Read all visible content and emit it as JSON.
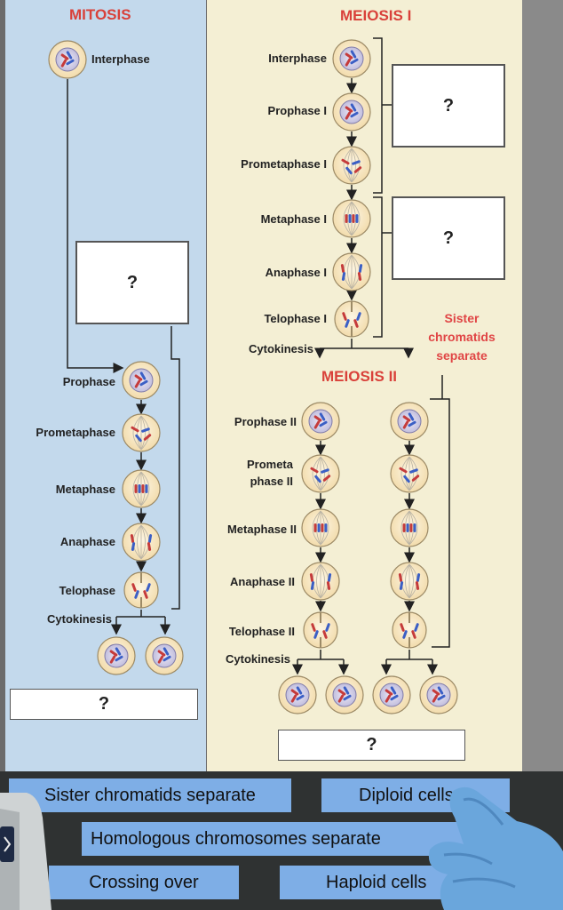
{
  "mitosis": {
    "title": "MITOSIS",
    "stages": [
      "Interphase",
      "Prophase",
      "Prometaphase",
      "Metaphase",
      "Anaphase",
      "Telophase",
      "Cytokinesis"
    ],
    "question_box": "?",
    "result_box": "?"
  },
  "meiosis1": {
    "title": "MEIOSIS I",
    "stages": [
      "Interphase",
      "Prophase I",
      "Prometaphase I",
      "Metaphase I",
      "Anaphase I",
      "Telophase I",
      "Cytokinesis"
    ],
    "question_box_1": "?",
    "question_box_2": "?",
    "note": [
      "Sister",
      "chromatids",
      "separate"
    ]
  },
  "meiosis2": {
    "title": "MEIOSIS II",
    "stages": [
      "Prophase II",
      "Prometa",
      "phase II",
      "Metaphase II",
      "Anaphase II",
      "Telophase II",
      "Cytokinesis"
    ],
    "result_box": "?"
  },
  "answer_bank": [
    "Sister chromatids separate",
    "Diploid cells",
    "Homologous chromosomes separate",
    "Crossing over",
    "Haploid cells"
  ],
  "colors": {
    "mitosis_bg": "#c3d9ec",
    "meiosis_bg": "#f4efd4",
    "title_red": "#d9413a",
    "chip_blue": "#7eaee6",
    "glove_blue": "#6aa6dc"
  }
}
